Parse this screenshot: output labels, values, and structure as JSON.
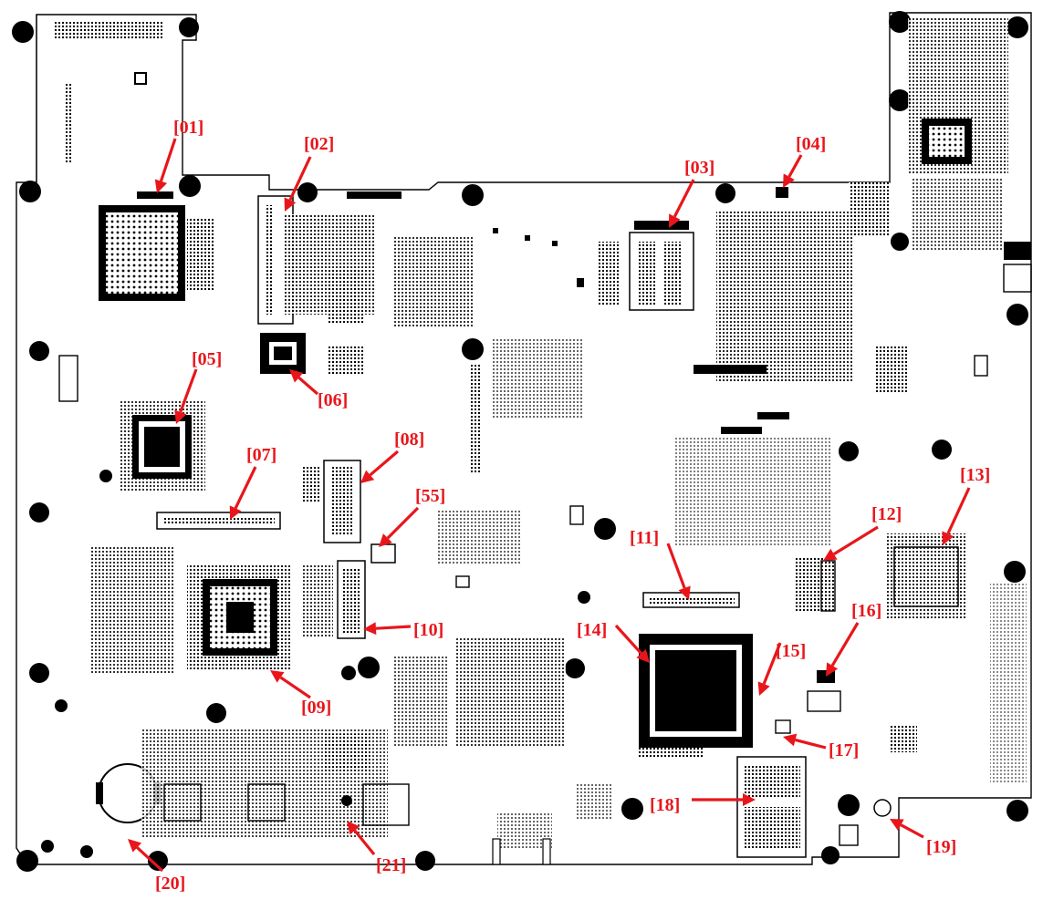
{
  "colors": {
    "trace": "#000000",
    "callout": "#e8161b",
    "background": "#ffffff"
  },
  "callouts": [
    {
      "id": "01",
      "label": "[01]"
    },
    {
      "id": "02",
      "label": "[02]"
    },
    {
      "id": "03",
      "label": "[03]"
    },
    {
      "id": "04",
      "label": "[04]"
    },
    {
      "id": "05",
      "label": "[05]"
    },
    {
      "id": "06",
      "label": "[06]"
    },
    {
      "id": "07",
      "label": "[07]"
    },
    {
      "id": "08",
      "label": "[08]"
    },
    {
      "id": "55",
      "label": "[55]"
    },
    {
      "id": "09",
      "label": "[09]"
    },
    {
      "id": "10",
      "label": "[10]"
    },
    {
      "id": "11",
      "label": "[11]"
    },
    {
      "id": "12",
      "label": "[12]"
    },
    {
      "id": "13",
      "label": "[13]"
    },
    {
      "id": "14",
      "label": "[14]"
    },
    {
      "id": "15",
      "label": "[15]"
    },
    {
      "id": "16",
      "label": "[16]"
    },
    {
      "id": "17",
      "label": "[17]"
    },
    {
      "id": "18",
      "label": "[18]"
    },
    {
      "id": "19",
      "label": "[19]"
    },
    {
      "id": "20",
      "label": "[20]"
    },
    {
      "id": "21",
      "label": "[21]"
    }
  ]
}
